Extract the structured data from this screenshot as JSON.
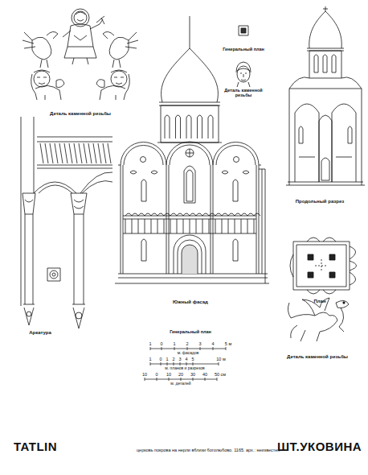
{
  "diagram": {
    "caption": "церковь покрова на нерли вблизи боголюбово. 1165. арх.: неизвестен",
    "labels": [
      "Деталь каменной резьбы",
      "Генеральный план",
      "Деталь каменной резьбы",
      "Продольный разрез",
      "Южный фасад",
      "План",
      "Деталь каменной резьбы",
      "Аркатура",
      "Генеральный план",
      "1",
      "0",
      "1",
      "2",
      "3",
      "4",
      "5 м",
      "м. фасадов",
      "1",
      "0",
      "1",
      "2",
      "3",
      "4",
      "5",
      "10 м",
      "м. планов и разрезов",
      "10",
      "0",
      "10",
      "20",
      "30",
      "40",
      "50 см",
      "м. деталей",
      "TATLIN",
      "ШТ.УКОВИНА"
    ]
  }
}
